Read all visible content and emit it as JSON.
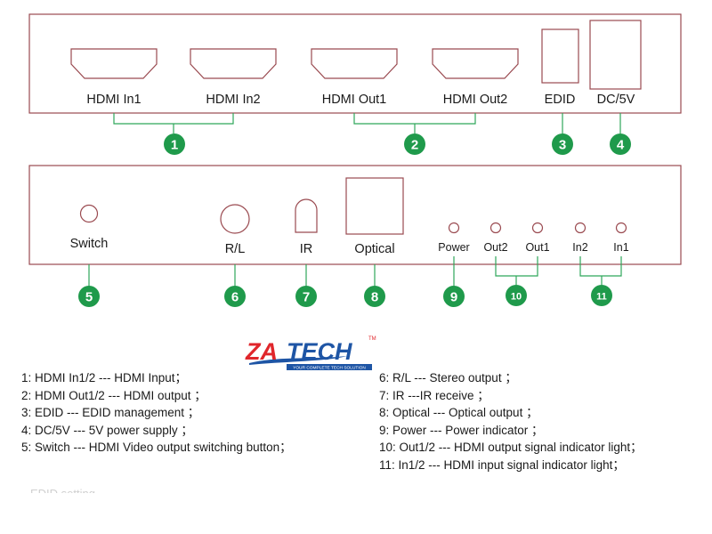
{
  "top_panel": {
    "ports": [
      {
        "label": "HDMI In1",
        "callout": "1"
      },
      {
        "label": "HDMI In2",
        "callout": "1"
      },
      {
        "label": "HDMI Out1",
        "callout": "2"
      },
      {
        "label": "HDMI Out2",
        "callout": "2"
      },
      {
        "label": "EDID",
        "callout": "3"
      },
      {
        "label": "DC/5V",
        "callout": "4"
      }
    ],
    "callouts": [
      "1",
      "2",
      "3",
      "4"
    ]
  },
  "bottom_panel": {
    "labels": {
      "switch": "Switch",
      "rl": "R/L",
      "ir": "IR",
      "optical": "Optical",
      "power": "Power",
      "out2": "Out2",
      "out1": "Out1",
      "in2": "In2",
      "in1": "In1"
    },
    "callouts": [
      "5",
      "6",
      "7",
      "8",
      "9",
      "10",
      "11"
    ]
  },
  "logo": {
    "brand_a": "ZA",
    "brand_b": "TECH",
    "tm": "TM",
    "tagline": "YOUR COMPLETE TECH SOLUTION"
  },
  "legend_left": [
    "1:  HDMI In1/2 --- HDMI Input；",
    "2:  HDMI Out1/2 --- HDMI output ；",
    "3:  EDID --- EDID management ；",
    "4:  DC/5V --- 5V power supply ；",
    "5:  Switch --- HDMI Video output switching button；"
  ],
  "legend_right": [
    "6:  R/L --- Stereo output ；",
    "7:  IR ---IR receive ；",
    " 8:  Optical --- Optical output ；",
    " 9:  Power --- Power indicator ；",
    "10: Out1/2 --- HDMI output signal indicator light；",
    "11: In1/2 --- HDMI input signal indicator light；"
  ],
  "cutoff_text": "EDID setting",
  "colors": {
    "panel_border": "#9a4a50",
    "callout_fill": "#1f9a4b",
    "connector_line": "#2fa65a",
    "logo_red": "#e0262b",
    "logo_blue": "#1e55a5"
  }
}
